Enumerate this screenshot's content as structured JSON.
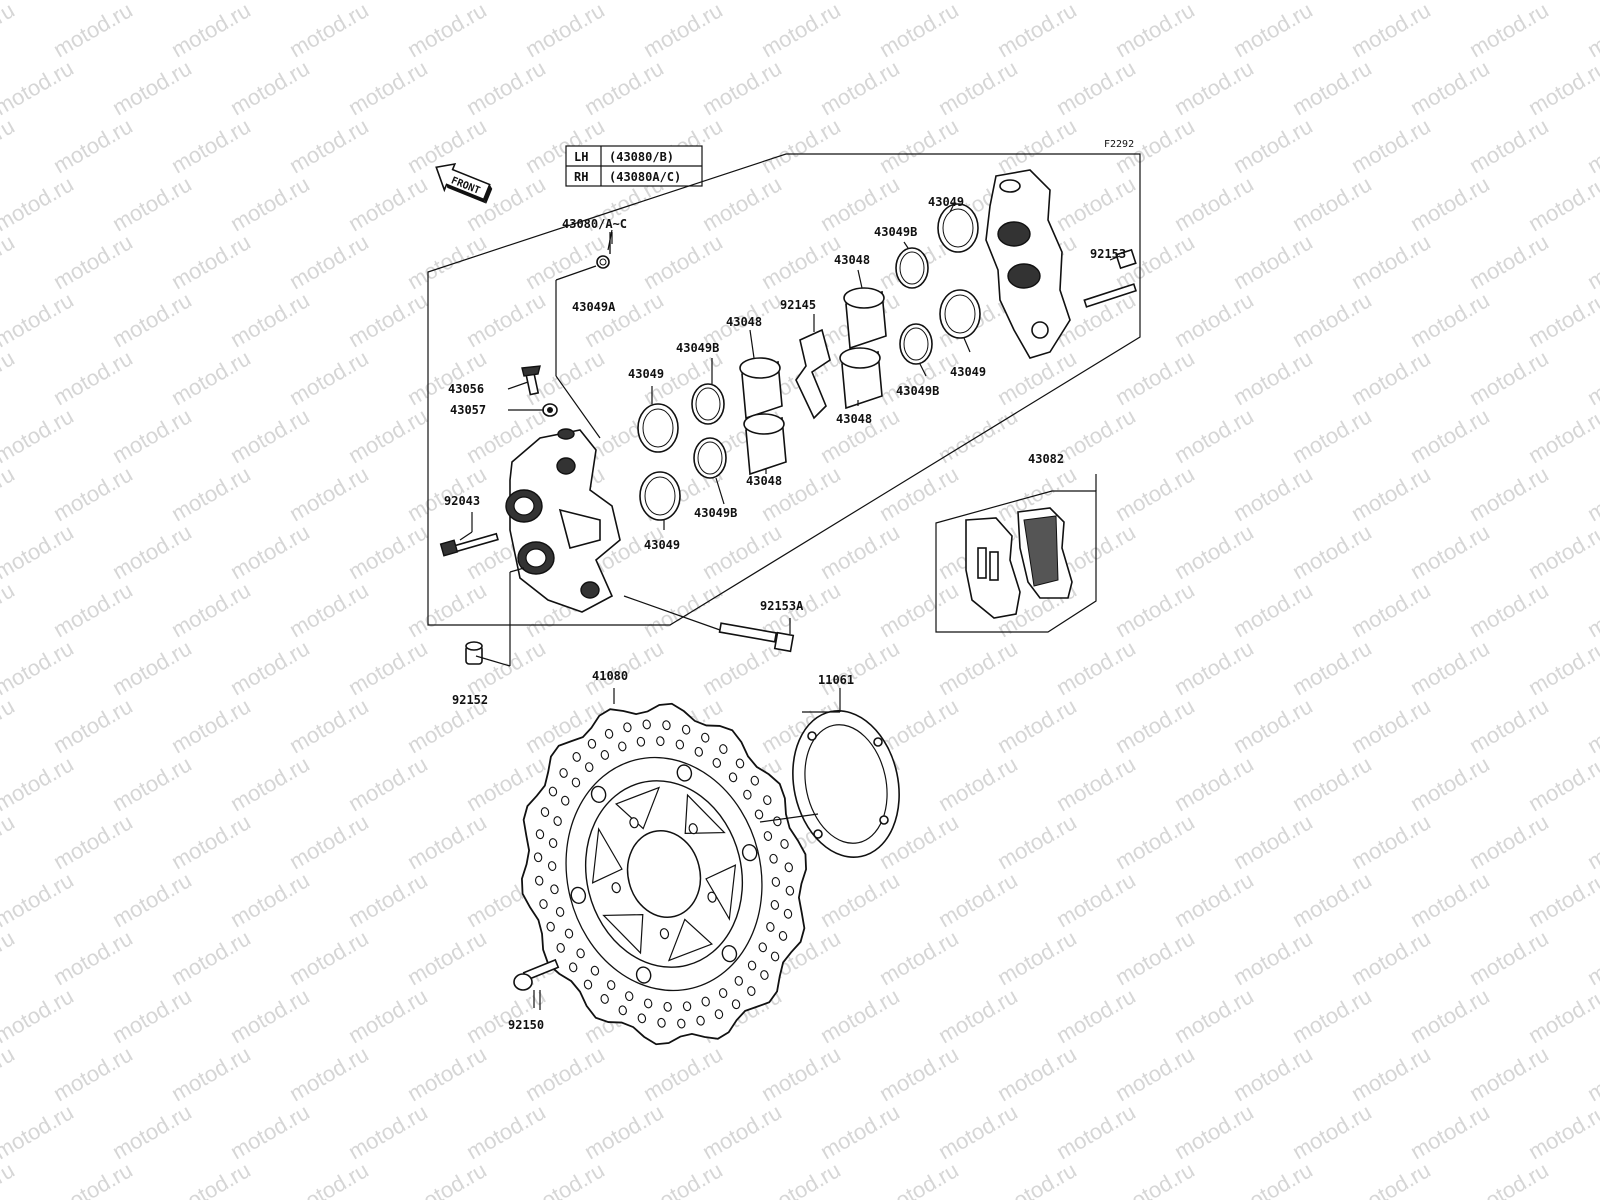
{
  "diagram": {
    "figure_code": "F2292",
    "watermark_text": "motod.ru",
    "front_label": "FRONT",
    "side_table": [
      {
        "side": "LH",
        "code": "(43080/B)"
      },
      {
        "side": "RH",
        "code": "(43080A/C)"
      }
    ],
    "callouts": [
      {
        "id": "43080-a-c",
        "text": "43080/A~C"
      },
      {
        "id": "43049a",
        "text": "43049A"
      },
      {
        "id": "43056",
        "text": "43056"
      },
      {
        "id": "43057",
        "text": "43057"
      },
      {
        "id": "92043",
        "text": "92043"
      },
      {
        "id": "92152",
        "text": "92152"
      },
      {
        "id": "43049-l1",
        "text": "43049"
      },
      {
        "id": "43049-l2",
        "text": "43049"
      },
      {
        "id": "43049b-l1",
        "text": "43049B"
      },
      {
        "id": "43049b-l2",
        "text": "43049B"
      },
      {
        "id": "43048-l1",
        "text": "43048"
      },
      {
        "id": "43048-l2",
        "text": "43048"
      },
      {
        "id": "92145",
        "text": "92145"
      },
      {
        "id": "43048-r1",
        "text": "43048"
      },
      {
        "id": "43048-r2",
        "text": "43048"
      },
      {
        "id": "43049b-r1",
        "text": "43049B"
      },
      {
        "id": "43049b-r2",
        "text": "43049B"
      },
      {
        "id": "43049-r1",
        "text": "43049"
      },
      {
        "id": "43049-r2",
        "text": "43049"
      },
      {
        "id": "92153",
        "text": "92153"
      },
      {
        "id": "43082",
        "text": "43082"
      },
      {
        "id": "92153a",
        "text": "92153A"
      },
      {
        "id": "41080",
        "text": "41080"
      },
      {
        "id": "11061",
        "text": "11061"
      },
      {
        "id": "92150",
        "text": "92150"
      }
    ]
  }
}
